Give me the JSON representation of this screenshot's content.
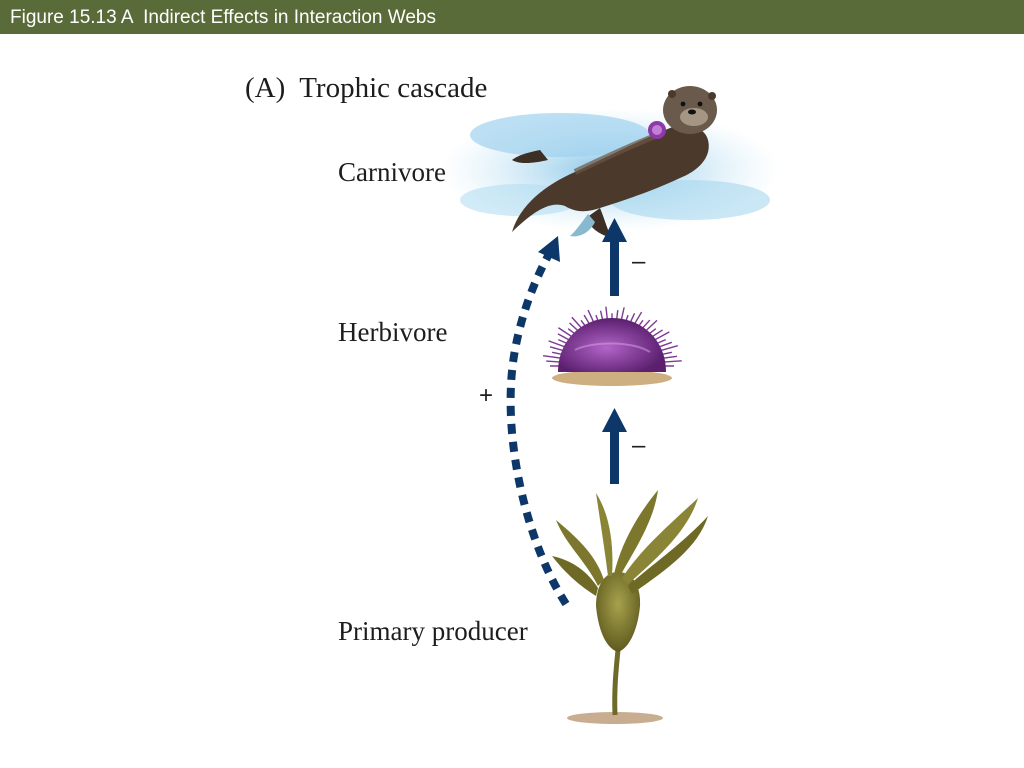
{
  "header": {
    "title": "Figure 15.13 A  Indirect Effects in Interaction Webs",
    "bar_color": "#5a6b3a"
  },
  "diagram": {
    "panel_title": "(A)  Trophic cascade",
    "levels": {
      "carnivore": "Carnivore",
      "herbivore": "Herbivore",
      "primary_producer": "Primary producer"
    },
    "effects": {
      "herbivore_to_carnivore": "–",
      "producer_to_herbivore": "–",
      "producer_to_carnivore_indirect": "+"
    },
    "illustrations": [
      "sea-otter",
      "sea-urchin",
      "kelp"
    ],
    "arrow_color": "#0c3768"
  }
}
